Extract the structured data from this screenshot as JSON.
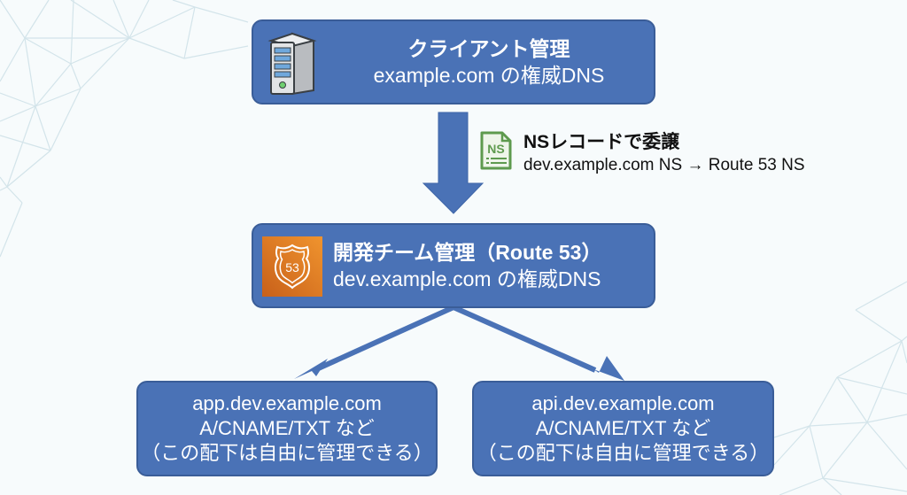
{
  "diagram": {
    "type": "dns-delegation-hierarchy",
    "colors": {
      "node_fill": "#4a72b6",
      "node_border": "#3a5d98",
      "arrow": "#4a72b6",
      "route53_orange": "#e07b24",
      "ns_icon_green": "#5e9a4e",
      "background": "#f7fbfc"
    },
    "nodes": {
      "client": {
        "icon": "server-icon",
        "title": "クライアント管理",
        "subtitle": "example.com の権威DNS"
      },
      "dev_team": {
        "icon": "route53-icon",
        "icon_label": "53",
        "title": "開発チーム管理（Route 53）",
        "subtitle": "dev.example.com の権威DNS"
      },
      "app": {
        "lines": [
          "app.dev.example.com",
          "A/CNAME/TXT など",
          "（この配下は自由に管理できる）"
        ]
      },
      "api": {
        "lines": [
          "api.dev.example.com",
          "A/CNAME/TXT など",
          "（この配下は自由に管理できる）"
        ]
      }
    },
    "delegation": {
      "icon": "ns-record-icon",
      "icon_label": "NS",
      "title": "NSレコードで委譲",
      "detail": "dev.example.com NS → Route 53 NS"
    },
    "edges": [
      {
        "from": "client",
        "to": "dev_team",
        "style": "block-arrow"
      },
      {
        "from": "dev_team",
        "to": "app",
        "style": "line-arrow"
      },
      {
        "from": "dev_team",
        "to": "api",
        "style": "line-arrow"
      }
    ]
  }
}
